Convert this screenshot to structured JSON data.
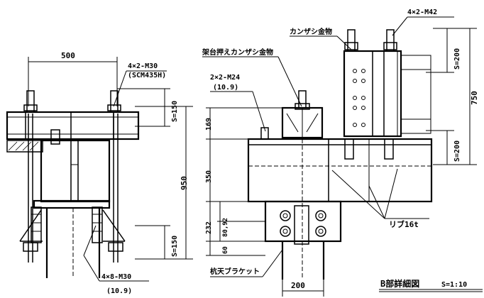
{
  "title": "B部詳細図",
  "scale": "S=1:10",
  "left_view": {
    "dim_top": "500",
    "bolt_top_line1": "4×2-M30",
    "bolt_top_line2": "(SCM435H)",
    "dim_s150_top": "S=150",
    "dim_950": "950",
    "dim_s150_bottom": "S=150",
    "bolt_bottom_line1": "4×8-M30",
    "bolt_bottom_line2": "(10.9)"
  },
  "right_view": {
    "label_kanzashi": "カンザシ金物",
    "label_kadai_kanzashi": "架台押えカンザシ金物",
    "bolt_top": "4×2-M42",
    "bolt_mid_line1": "2×2-M24",
    "bolt_mid_line2": "(10.9)",
    "dim_169": "169",
    "dim_350": "350",
    "dim_232": "232",
    "dim_80_92": "80,92",
    "dim_60": "60",
    "dim_s200_top": "S=200",
    "dim_750": "750",
    "dim_s200_bottom": "S=200",
    "label_rib": "リブ16t",
    "label_bracket": "杭天ブラケット",
    "dim_200": "200"
  }
}
